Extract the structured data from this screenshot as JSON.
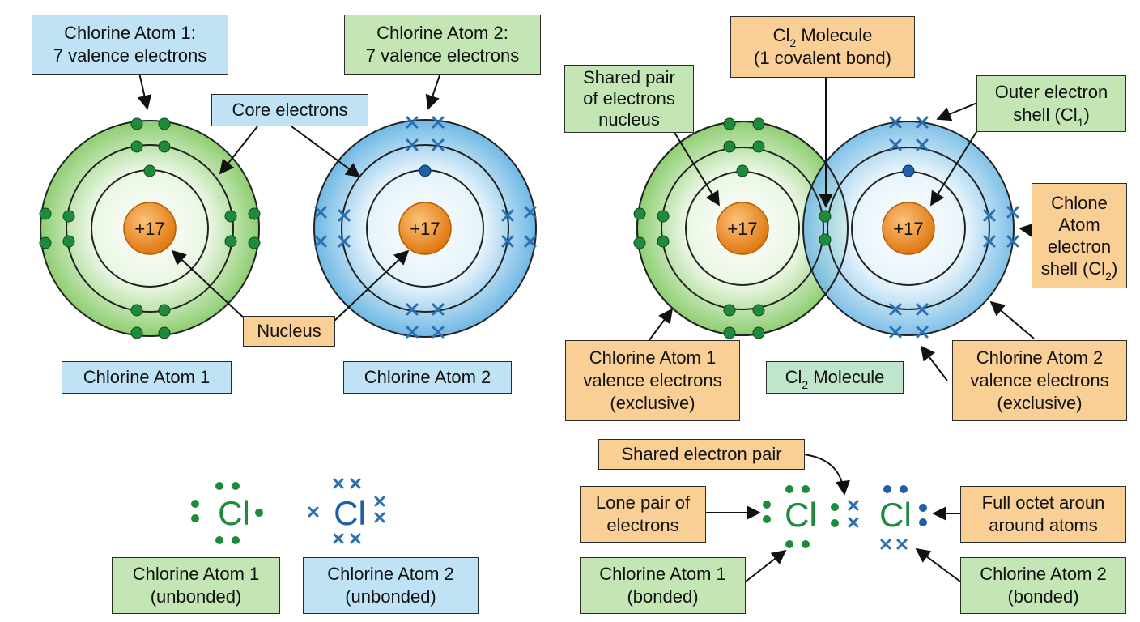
{
  "colors": {
    "atom1_shell": "#8fce72",
    "atom2_shell": "#7cc1e8",
    "nucleus": "#f08a1c",
    "electron_green": "#1e8a3c",
    "electron_blue": "#2a6fb0",
    "label_blue": "#bfe3f5",
    "label_green": "#c3e6b4",
    "label_orange": "#f9cf96",
    "label_mint": "#bfe5cc"
  },
  "nucleus_charge": "+17",
  "element_symbol": "Cl",
  "labels": {
    "atom1_valence": [
      "Chlorine Atom 1:",
      "7 valence electrons"
    ],
    "atom2_valence": [
      "Chlorine Atom 2:",
      "7 valence electrons"
    ],
    "core_electrons": "Core electrons",
    "nucleus": "Nucleus",
    "atom1_caption": "Chlorine Atom 1",
    "atom2_caption": "Chlorine Atom 2",
    "molecule_top_line1_prefix": "Cl",
    "molecule_top_sub": "2",
    "molecule_top_line1_suffix": " Molecule",
    "molecule_top_line2": "(1 covalent bond)",
    "shared_pair_nucleus": [
      "Shared pair",
      "of electrons",
      "nucleus"
    ],
    "outer_shell_line1": "Outer electron",
    "outer_shell_line2_prefix": "shell (Cl",
    "outer_shell_sub": "1",
    "outer_shell_line2_suffix": ")",
    "chlone_line1": "Chlone",
    "chlone_line2": "Atom",
    "chlone_line3": "electron",
    "chlone_line4_prefix": "shell (Cl",
    "chlone_sub": "2",
    "chlone_line4_suffix": ")",
    "atom1_exclusive": [
      "Chlorine Atom 1",
      "valence electrons",
      "(exclusive)"
    ],
    "molecule_mid_prefix": "Cl",
    "molecule_mid_sub": "2",
    "molecule_mid_suffix": " Molecule",
    "atom2_exclusive": [
      "Chlorine Atom 2",
      "valence electrons",
      "(exclusive)"
    ],
    "atom1_unbonded": [
      "Chlorine Atom 1",
      "(unbonded)"
    ],
    "atom2_unbonded": [
      "Chlorine Atom 2",
      "(unbonded)"
    ],
    "shared_electron_pair": "Shared electron pair",
    "lone_pair": [
      "Lone pair of",
      "electrons"
    ],
    "full_octet": [
      "Full octet aroun",
      "around atoms"
    ],
    "atom1_bonded": [
      "Chlorine Atom 1",
      "(bonded)"
    ],
    "atom2_bonded": [
      "Chlorine Atom 2",
      "(bonded)"
    ]
  }
}
